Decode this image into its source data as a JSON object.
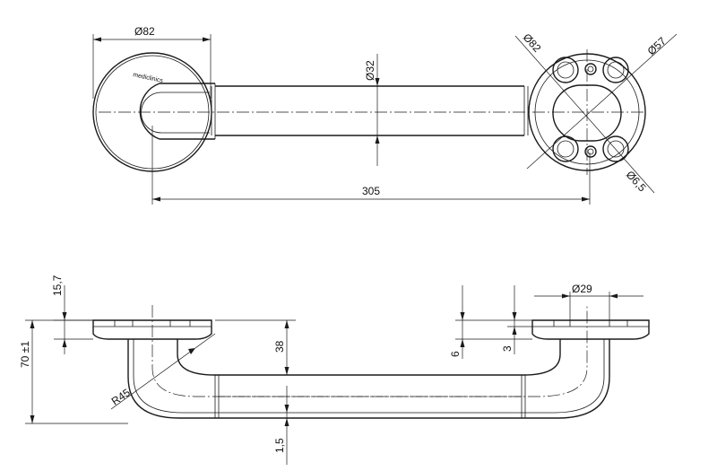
{
  "brand": {
    "logo_text": "mediclinics"
  },
  "top_view": {
    "dim_flange_diameter_left": "Ø82",
    "dim_tube_diameter": "Ø32",
    "dim_length": "305",
    "dim_flange_diameter_right": "Ø82",
    "dim_bolt_circle": "Ø57",
    "dim_hole_diameter": "Ø6,5"
  },
  "side_view": {
    "dim_flange_thickness": "15,7",
    "dim_projection": "70 ±1",
    "dim_bend_radius": "R45",
    "dim_height_38": "38",
    "dim_gap": "1,5",
    "dim_6": "6",
    "dim_3": "3",
    "dim_29": "Ø29"
  }
}
